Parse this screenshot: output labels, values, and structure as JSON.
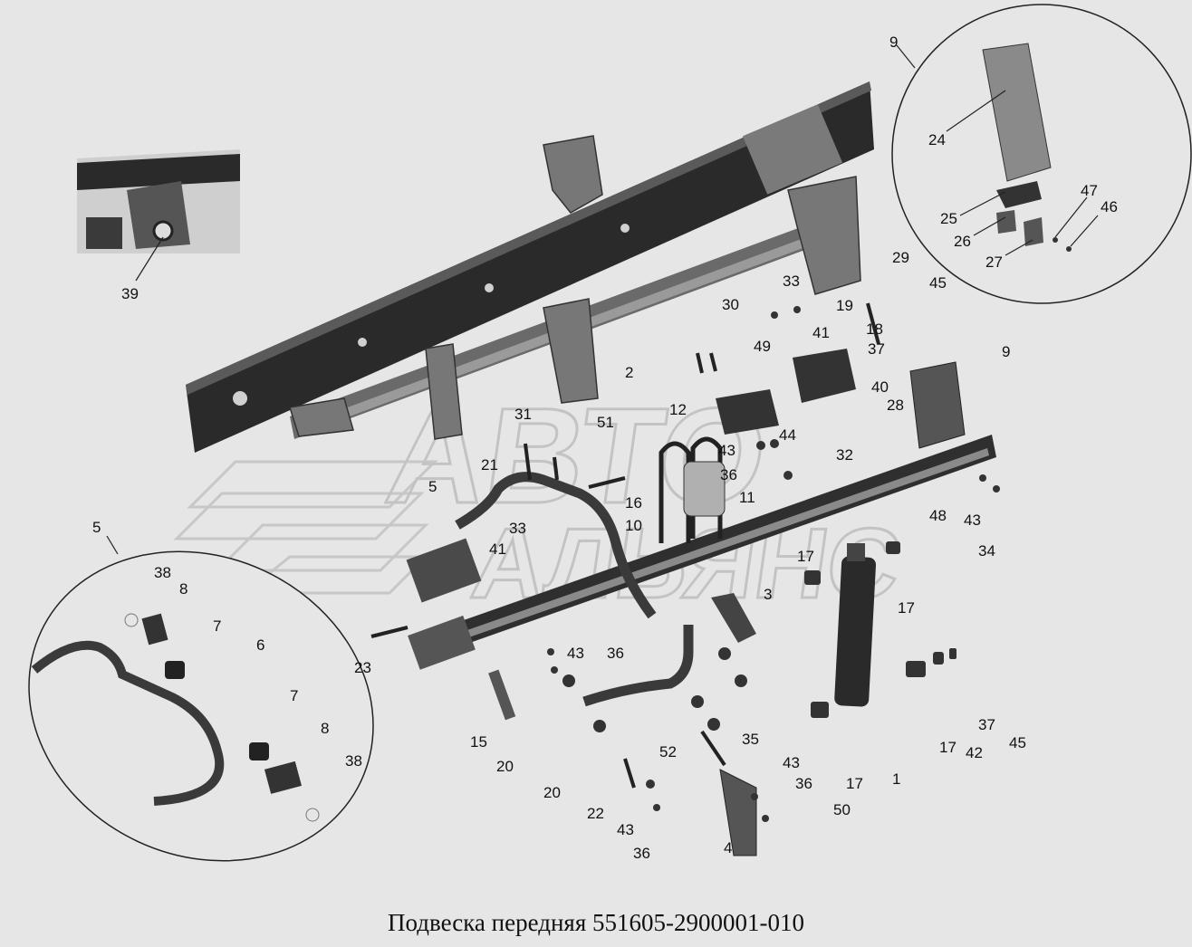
{
  "caption": "Подвеска передняя 551605-2900001-010",
  "watermark": {
    "line1": "АВТО",
    "line2": "АЛЬЯНС"
  },
  "labels": {
    "l9a": "9",
    "l24": "24",
    "l47": "47",
    "l46": "46",
    "l25": "25",
    "l26": "26",
    "l27": "27",
    "l39": "39",
    "l29": "29",
    "l45a": "45",
    "l33a": "33",
    "l19": "19",
    "l30": "30",
    "l18": "18",
    "l41a": "41",
    "l49": "49",
    "l37a": "37",
    "l9b": "9",
    "l2": "2",
    "l40": "40",
    "l28": "28",
    "l12": "12",
    "l31": "31",
    "l51": "51",
    "l44": "44",
    "l43a": "43",
    "l32": "32",
    "l21": "21",
    "l36a": "36",
    "l5a": "5",
    "l16": "16",
    "l11": "11",
    "l10": "10",
    "l33b": "33",
    "l48": "48",
    "l43b": "43",
    "l5b": "5",
    "l41b": "41",
    "l34": "34",
    "l38a": "38",
    "l8a": "8",
    "l17a": "17",
    "l7a": "7",
    "l3": "3",
    "l6": "6",
    "l17b": "17",
    "l23": "23",
    "l43c": "43",
    "l36b": "36",
    "l7b": "7",
    "l37b": "37",
    "l8b": "8",
    "l15": "15",
    "l35": "35",
    "l17c": "17",
    "l42": "42",
    "l45b": "45",
    "l38b": "38",
    "l20a": "20",
    "l52": "52",
    "l43d": "43",
    "l1": "1",
    "l36c": "36",
    "l17d": "17",
    "l20b": "20",
    "l50": "50",
    "l22": "22",
    "l43e": "43",
    "l36d": "36",
    "l4": "4"
  }
}
